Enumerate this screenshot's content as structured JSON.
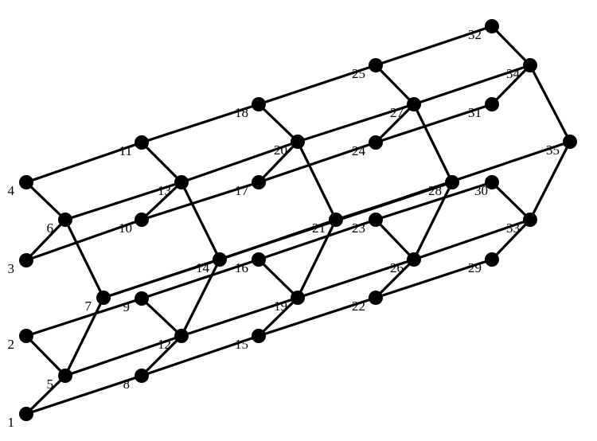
{
  "graph": {
    "nodes": [
      {
        "id": 1,
        "label": "1"
      },
      {
        "id": 2,
        "label": "2"
      },
      {
        "id": 3,
        "label": "3"
      },
      {
        "id": 4,
        "label": "4"
      },
      {
        "id": 5,
        "label": "5"
      },
      {
        "id": 6,
        "label": "6"
      },
      {
        "id": 7,
        "label": "7"
      },
      {
        "id": 8,
        "label": "8"
      },
      {
        "id": 9,
        "label": "9"
      },
      {
        "id": 10,
        "label": "10"
      },
      {
        "id": 11,
        "label": "11"
      },
      {
        "id": 12,
        "label": "12"
      },
      {
        "id": 13,
        "label": "13"
      },
      {
        "id": 14,
        "label": "14"
      },
      {
        "id": 15,
        "label": "15"
      },
      {
        "id": 16,
        "label": "16"
      },
      {
        "id": 17,
        "label": "17"
      },
      {
        "id": 18,
        "label": "18"
      },
      {
        "id": 19,
        "label": "19"
      },
      {
        "id": 20,
        "label": "20"
      },
      {
        "id": 21,
        "label": "21"
      },
      {
        "id": 22,
        "label": "22"
      },
      {
        "id": 23,
        "label": "23"
      },
      {
        "id": 24,
        "label": "24"
      },
      {
        "id": 25,
        "label": "25"
      },
      {
        "id": 26,
        "label": "26"
      },
      {
        "id": 27,
        "label": "27"
      },
      {
        "id": 28,
        "label": "28"
      },
      {
        "id": 29,
        "label": "29"
      },
      {
        "id": 30,
        "label": "30"
      },
      {
        "id": 31,
        "label": "31"
      },
      {
        "id": 32,
        "label": "32"
      },
      {
        "id": 33,
        "label": "33"
      },
      {
        "id": 34,
        "label": "34"
      },
      {
        "id": 35,
        "label": "35"
      }
    ],
    "edges": [
      [
        1,
        5
      ],
      [
        1,
        8
      ],
      [
        2,
        5
      ],
      [
        2,
        9
      ],
      [
        3,
        6
      ],
      [
        3,
        10
      ],
      [
        4,
        6
      ],
      [
        4,
        11
      ],
      [
        5,
        7
      ],
      [
        5,
        12
      ],
      [
        6,
        7
      ],
      [
        6,
        13
      ],
      [
        7,
        14
      ],
      [
        7,
        28
      ],
      [
        8,
        12
      ],
      [
        8,
        15
      ],
      [
        9,
        12
      ],
      [
        9,
        16
      ],
      [
        10,
        13
      ],
      [
        10,
        17
      ],
      [
        11,
        13
      ],
      [
        11,
        18
      ],
      [
        12,
        14
      ],
      [
        12,
        19
      ],
      [
        13,
        14
      ],
      [
        13,
        20
      ],
      [
        14,
        21
      ],
      [
        14,
        35
      ],
      [
        15,
        19
      ],
      [
        15,
        22
      ],
      [
        16,
        19
      ],
      [
        16,
        23
      ],
      [
        17,
        20
      ],
      [
        17,
        24
      ],
      [
        18,
        20
      ],
      [
        18,
        25
      ],
      [
        19,
        21
      ],
      [
        19,
        26
      ],
      [
        20,
        21
      ],
      [
        20,
        27
      ],
      [
        21,
        28
      ],
      [
        22,
        26
      ],
      [
        22,
        29
      ],
      [
        23,
        26
      ],
      [
        23,
        30
      ],
      [
        24,
        27
      ],
      [
        24,
        31
      ],
      [
        25,
        27
      ],
      [
        25,
        32
      ],
      [
        26,
        28
      ],
      [
        26,
        33
      ],
      [
        27,
        28
      ],
      [
        27,
        34
      ],
      [
        29,
        33
      ],
      [
        30,
        33
      ],
      [
        31,
        34
      ],
      [
        32,
        34
      ],
      [
        33,
        35
      ],
      [
        34,
        35
      ]
    ]
  }
}
